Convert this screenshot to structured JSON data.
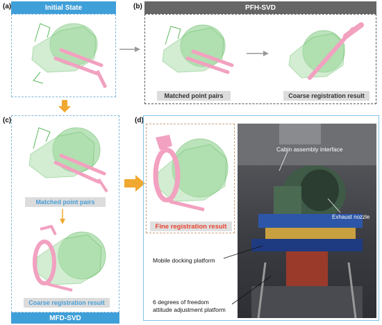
{
  "panels": {
    "a": {
      "letter": "(a)",
      "title": "Initial State"
    },
    "b": {
      "letter": "(b)",
      "title": "PFH-SVD",
      "caption_left": "Matched point pairs",
      "caption_right": "Coarse registration result"
    },
    "c": {
      "letter": "(c)",
      "caption_top": "Matched point pairs",
      "caption_bottom": "Coarse registration result",
      "footer": "MFD-SVD"
    },
    "d": {
      "letter": "(d)",
      "caption": "Fine registration result",
      "photo_labels": {
        "cabin": "Cabin assembly interface",
        "nozzle": "Exhaust nozzle",
        "platform": "Mobile docking platform",
        "dof": "6 degrees of freedom\nattitude adjustment platform"
      }
    }
  },
  "colors": {
    "blue_bar": "#3f9fd8",
    "gray_bar": "#666666",
    "mesh_green": "#5cb85c",
    "part_pink": "#f2a1c0",
    "arrow_orange": "#f0a830",
    "caption_red": "#e8432e",
    "caption_blue": "#4a9fd8"
  }
}
